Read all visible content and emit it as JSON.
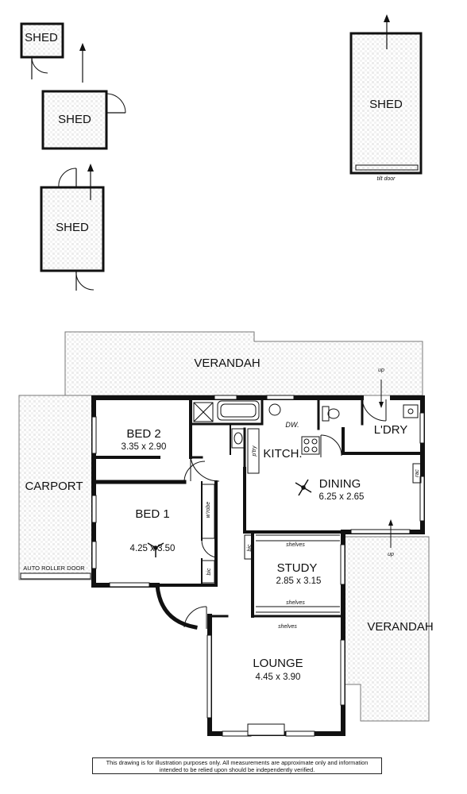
{
  "outbuildings": {
    "shed_1": "SHED",
    "shed_2": "SHED",
    "shed_3": "SHED",
    "shed_4": "SHED",
    "tilt_door": "tilt door"
  },
  "rooms": {
    "verandah_rear": "VERANDAH",
    "verandah_side": "VERANDAH",
    "carport": "CARPORT",
    "auto_roller_door": "AUTO ROLLER DOOR",
    "bed2": {
      "name": "BED 2",
      "dims": "3.35 x 2.90"
    },
    "bed1": {
      "name": "BED 1",
      "dims": "4.25 x 3.50"
    },
    "kitchen": "KITCH.",
    "dining": {
      "name": "DINING",
      "dims": "6.25 x 2.65"
    },
    "laundry": "L'DRY",
    "study": {
      "name": "STUDY",
      "dims": "2.85 x 3.15"
    },
    "lounge": {
      "name": "LOUNGE",
      "dims": "4.45 x 3.90"
    }
  },
  "fixtures": {
    "dw": "DW.",
    "pantry": "p'try",
    "wardrobe": "w'robe",
    "bic_1": "bic",
    "bic_2": "bic",
    "rac": "rac",
    "shelves_1": "shelves",
    "shelves_2": "shelves",
    "shelves_3": "shelves",
    "up_1": "up",
    "up_2": "up"
  },
  "disclaimer": {
    "line1": "This drawing is for illustration purposes only. All measurements are approximate only and information",
    "line2": "intended to be relied upon should be independently verified."
  }
}
